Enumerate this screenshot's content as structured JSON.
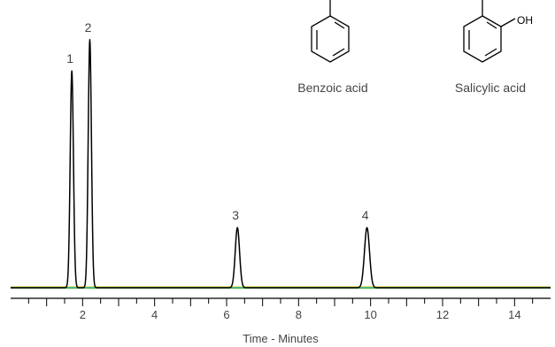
{
  "chart_data": {
    "type": "line",
    "title": "",
    "xlabel": "Time - Minutes",
    "ylabel": "",
    "xlim": [
      0,
      15
    ],
    "ylim": [
      0,
      1.0
    ],
    "x_ticks": [
      2,
      4,
      6,
      8,
      10,
      12,
      14
    ],
    "minor_tick_step": 0.5,
    "grid": false,
    "legend": "none",
    "peaks": [
      {
        "label": "1",
        "time": 1.7,
        "height": 0.83
      },
      {
        "label": "2",
        "time": 2.2,
        "height": 0.95
      },
      {
        "label": "3",
        "time": 6.3,
        "height": 0.23
      },
      {
        "label": "4",
        "time": 9.9,
        "height": 0.23
      }
    ],
    "baseline_colors": [
      "#f0d000",
      "#2ab0d0",
      "#40b040",
      "#000000"
    ],
    "structures": [
      {
        "name": "Benzoic acid",
        "substituent": ""
      },
      {
        "name": "Salicylic acid",
        "substituent": "OH"
      }
    ]
  }
}
